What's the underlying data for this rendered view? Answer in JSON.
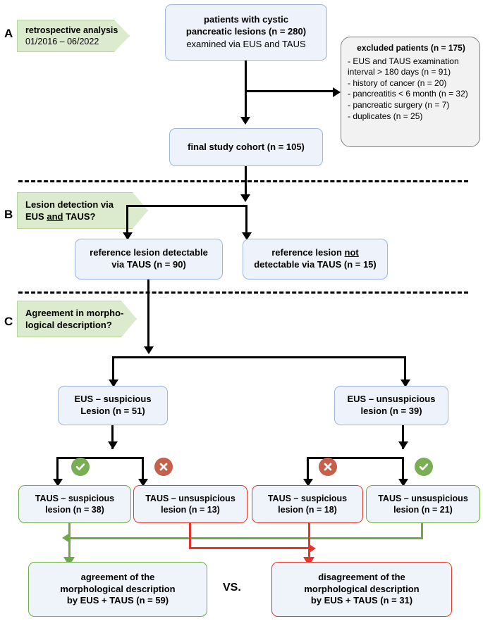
{
  "sections": [
    {
      "letter": "A",
      "banner": [
        "retrospective analysis",
        "01/2016 – 06/2022"
      ]
    },
    {
      "letter": "B",
      "banner_pre": "Lesion detection via",
      "banner_l2_a": "EUS ",
      "banner_l2_u": "and",
      "banner_l2_b": " TAUS?"
    },
    {
      "letter": "C",
      "banner": [
        "Agreement in morpho-",
        "logical description?"
      ]
    }
  ],
  "boxes": {
    "cohort_top": {
      "l1": "patients with cystic",
      "l2": "pancreatic lesions (n = 280)",
      "l3": "examined via EUS and TAUS"
    },
    "excluded": {
      "title": "excluded patients (n = 175)",
      "items": [
        "- EUS and TAUS examination",
        "   interval > 180 days (n = 91)",
        "- history of cancer (n = 20)",
        "- pancreatitis < 6 month (n = 32)",
        "- pancreatic surgery (n = 7)",
        "- duplicates (n = 25)"
      ]
    },
    "final_cohort": {
      "l1": "final study cohort (n = 105)"
    },
    "taus_detectable": {
      "l1": "reference lesion detectable",
      "l2": "via TAUS (n = 90)"
    },
    "taus_not_detectable": {
      "l1_a": "reference lesion ",
      "l1_u": "not",
      "l2": "detectable via TAUS (n = 15)"
    },
    "eus_suspicious": {
      "l1": "EUS – suspicious",
      "l2": "Lesion (n = 51)"
    },
    "eus_unsuspicious": {
      "l1": "EUS – unsuspicious",
      "l2": "lesion (n = 39)"
    },
    "taus_susp_38": {
      "l1": "TAUS – suspicious",
      "l2": "lesion (n = 38)"
    },
    "taus_unsusp_13": {
      "l1": "TAUS – unsuspicious",
      "l2": "lesion (n = 13)"
    },
    "taus_susp_18": {
      "l1": "TAUS – suspicious",
      "l2": "lesion (n = 18)"
    },
    "taus_unsusp_21": {
      "l1": "TAUS – unsuspicious",
      "l2": "lesion (n = 21)"
    },
    "agreement": {
      "l1": "agreement of the",
      "l2": "morphological description",
      "l3": "by EUS + TAUS (n = 59)"
    },
    "disagreement": {
      "l1": "disagreement of the",
      "l2": "morphological description",
      "l3": "by EUS + TAUS (n = 31)"
    }
  },
  "labels": {
    "vs": "VS."
  },
  "icons": {
    "check_1": "check-circle-icon",
    "cross_1": "cross-circle-icon",
    "cross_2": "cross-circle-icon",
    "check_2": "check-circle-icon"
  },
  "colors": {
    "blue_fill": "#eef2fb",
    "blue_border": "#9fb6dd",
    "green_banner_fill": "#dcebcd",
    "green_accent": "#70a949",
    "red_accent": "#e8352a",
    "badge_green": "#7aae54",
    "badge_red": "#c4604b",
    "grey_fill": "#f2f2f2",
    "grey_border": "#808080"
  }
}
